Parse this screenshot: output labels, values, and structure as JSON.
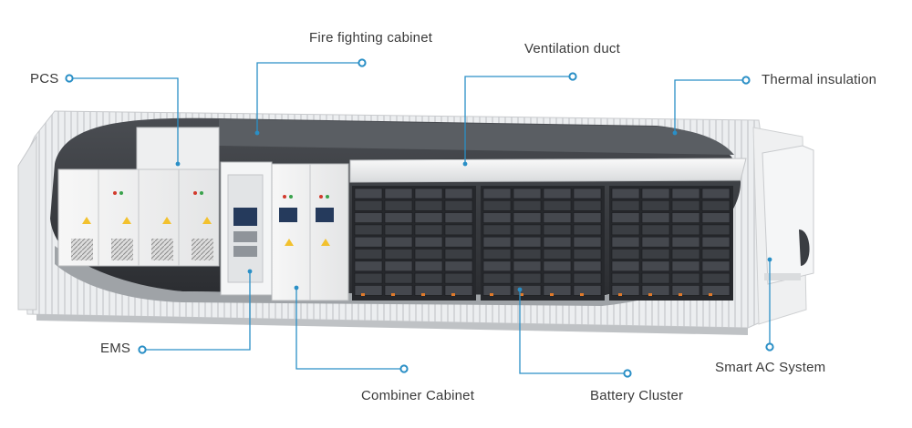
{
  "diagram": {
    "accent_color": "#2a8fc6",
    "callouts": {
      "pcs": "PCS",
      "fire_fighting": "Fire fighting cabinet",
      "ventilation": "Ventilation duct",
      "thermal": "Thermal insulation",
      "ems": "EMS",
      "combiner": "Combiner Cabinet",
      "battery": "Battery Cluster",
      "smart_ac": "Smart AC System"
    }
  }
}
